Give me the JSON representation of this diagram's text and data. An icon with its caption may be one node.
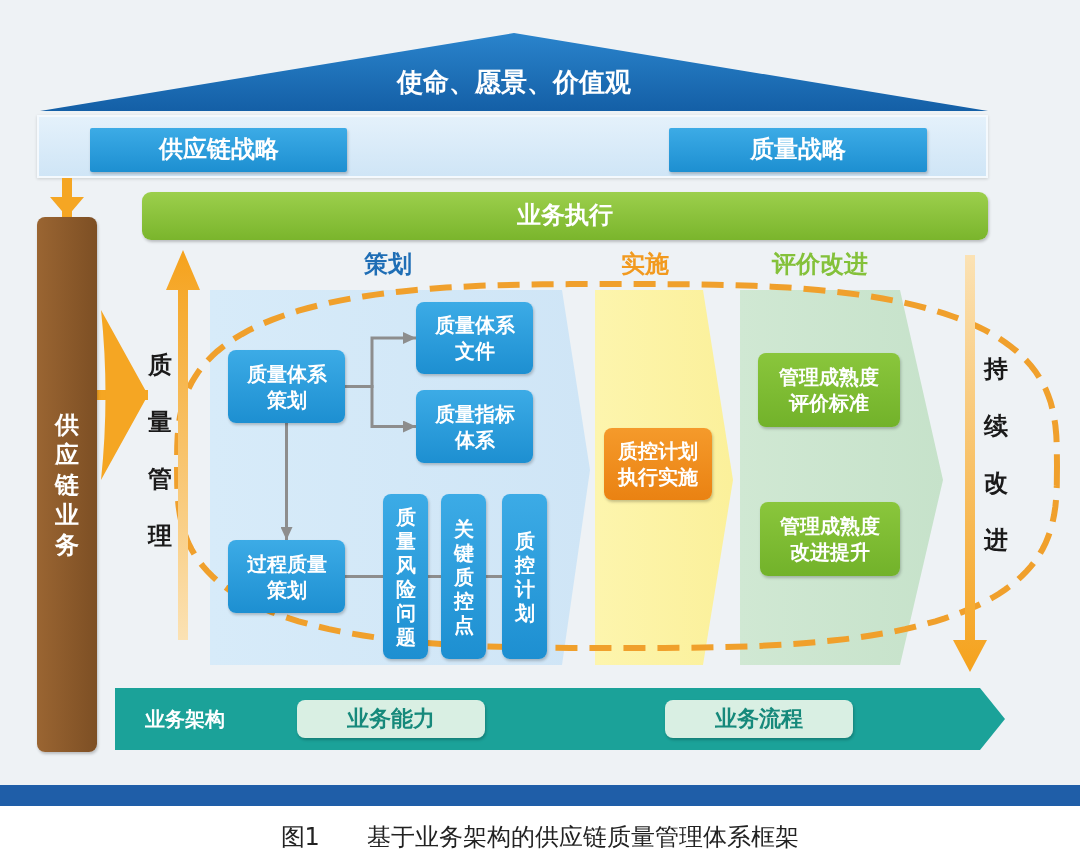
{
  "diagram": {
    "caption": "图1 基于业务架构的供应链质量管理体系框架",
    "nodes": [
      {
        "text": [
          "使命、愿景、价值观"
        ]
      },
      {
        "text": [],
        "shape": "box"
      },
      {
        "text": [
          "供应链战略"
        ],
        "in": 1
      },
      {
        "text": [
          "质量战略"
        ],
        "in": 1
      },
      {
        "text": [
          "业务执行"
        ]
      },
      {
        "text": [
          "供应链业务"
        ]
      },
      {
        "text": [
          "质量管理"
        ]
      },
      {
        "text": [
          "策划"
        ]
      },
      {
        "text": [
          "质量体系策划"
        ],
        "in": 7
      },
      {
        "text": [
          "质量体系文件"
        ],
        "in": 7
      },
      {
        "text": [
          "质量指标体系"
        ],
        "in": 7
      },
      {
        "text": [
          "过程质量策划"
        ],
        "in": 7
      },
      {
        "text": [
          "质量风险问题"
        ],
        "in": 7
      },
      {
        "text": [
          "关键质控点"
        ],
        "in": 7
      },
      {
        "text": [
          "质控计划"
        ],
        "in": 7
      },
      {
        "text": [
          "实施"
        ]
      },
      {
        "text": [
          "质控计划执行实施"
        ],
        "in": 15
      },
      {
        "text": [
          "评价改进"
        ]
      },
      {
        "text": [
          "管理成熟度评价标准"
        ],
        "in": 17
      },
      {
        "text": [
          "管理成熟度改进提升"
        ],
        "in": 17
      },
      {
        "text": [
          "业务架构"
        ]
      },
      {
        "text": [
          "业务能力"
        ],
        "in": 20
      },
      {
        "text": [
          "业务流程"
        ],
        "in": 20
      }
    ],
    "edges": [
      {
        "from": 1,
        "to": 5,
        "arrow": "to",
        "style": "thick",
        "color": "#f5a623"
      },
      {
        "from": 5,
        "to": 6,
        "arrow": "to",
        "style": "thick",
        "color": "#f5a623"
      },
      {
        "from": 8,
        "to": 9,
        "arrow": "to"
      },
      {
        "from": 8,
        "to": 10,
        "arrow": "to"
      },
      {
        "from": 8,
        "to": 11,
        "arrow": "to"
      },
      {
        "from": 11,
        "to": 12,
        "arrow": "none"
      },
      {
        "from": 12,
        "to": 13,
        "arrow": "none"
      },
      {
        "from": 13,
        "to": 14,
        "arrow": "none"
      }
    ],
    "labels": [
      "持续改进"
    ]
  }
}
